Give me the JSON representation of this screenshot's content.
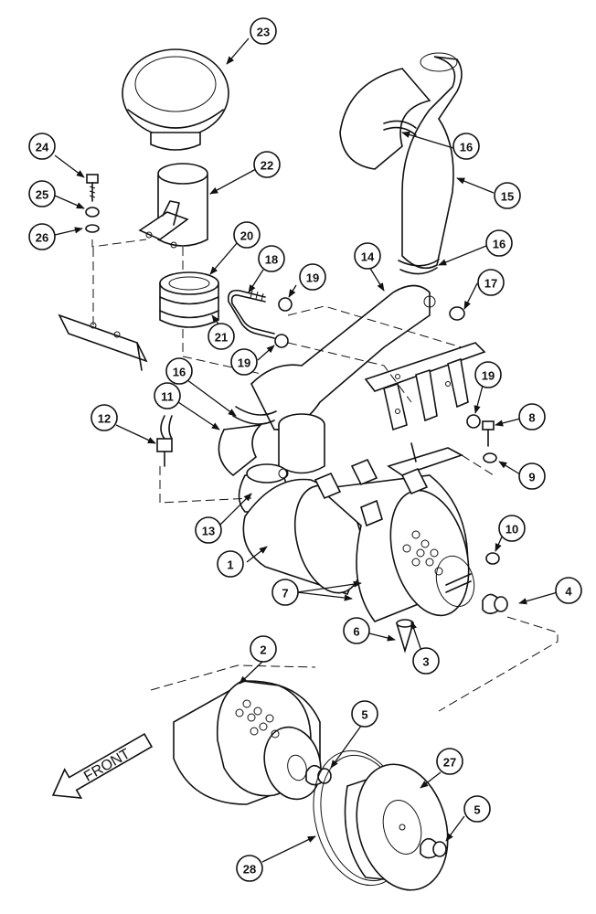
{
  "callouts": [
    "1",
    "2",
    "3",
    "4",
    "5",
    "5",
    "6",
    "7",
    "8",
    "9",
    "10",
    "11",
    "12",
    "13",
    "14",
    "15",
    "16",
    "16",
    "16",
    "17",
    "18",
    "19",
    "19",
    "19",
    "20",
    "21",
    "22",
    "23",
    "24",
    "25",
    "26",
    "27",
    "28"
  ],
  "front_label": "FRONT"
}
